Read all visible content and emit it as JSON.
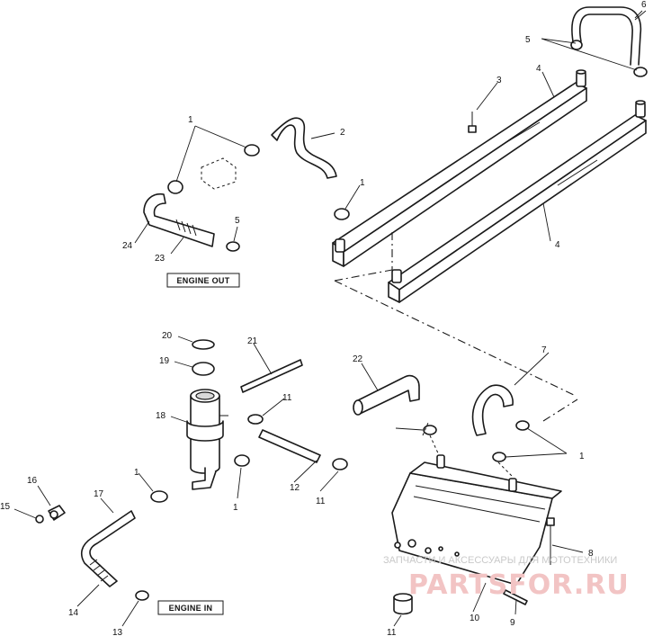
{
  "labels": {
    "engine_out": "ENGINE OUT",
    "engine_in": "ENGINE IN"
  },
  "callouts": {
    "c1": "1",
    "c2": "2",
    "c3": "3",
    "c4": "4",
    "c5": "5",
    "c6": "6",
    "c7": "7",
    "c8": "8",
    "c9": "9",
    "c10": "10",
    "c11": "11",
    "c12": "12",
    "c13": "13",
    "c14": "14",
    "c15": "15",
    "c16": "16",
    "c17": "17",
    "c18": "18",
    "c19": "19",
    "c20": "20",
    "c21": "21",
    "c22": "22",
    "c23": "23",
    "c24": "24"
  },
  "watermark": {
    "tagline": "ЗАПЧАСТИ И АКСЕССУАРЫ ДЛЯ МОТОТЕХНИКИ",
    "brand": "PARTSFOR.RU"
  }
}
